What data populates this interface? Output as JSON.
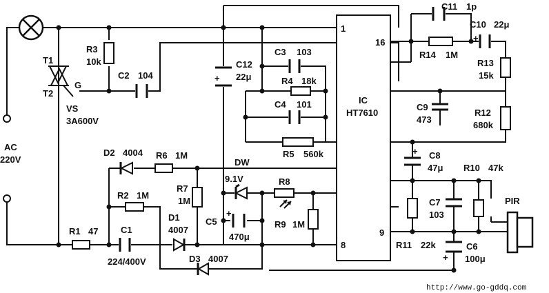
{
  "components": {
    "lamp": {},
    "triac": {
      "t1": "T1",
      "t2": "T2",
      "g": "G",
      "name": "VS",
      "rating": "3A600V"
    },
    "r3": {
      "name": "R3",
      "value": "10k"
    },
    "c2": {
      "name": "C2",
      "value": "104"
    },
    "c12": {
      "name": "C12",
      "value": "22μ"
    },
    "c3": {
      "name": "C3",
      "value": "103"
    },
    "r4": {
      "name": "R4",
      "value": "18k"
    },
    "c4": {
      "name": "C4",
      "value": "101"
    },
    "r5": {
      "name": "R5",
      "value": "560k"
    },
    "c11": {
      "name": "C11",
      "value": "1p"
    },
    "r14": {
      "name": "R14",
      "value": "1M"
    },
    "c10": {
      "name": "C10",
      "value": "22μ"
    },
    "r13": {
      "name": "R13",
      "value": "15k"
    },
    "c9": {
      "name": "C9",
      "value": "473"
    },
    "r12": {
      "name": "R12",
      "value": "680k"
    },
    "c8": {
      "name": "C8",
      "value": "47μ"
    },
    "r10": {
      "name": "R10",
      "value": "47k"
    },
    "c7": {
      "name": "C7",
      "value": "103"
    },
    "r11": {
      "name": "R11",
      "value": "22k"
    },
    "c6": {
      "name": "C6",
      "value": "100μ"
    },
    "pir": {
      "name": "PIR"
    },
    "d2": {
      "name": "D2",
      "value": "4004"
    },
    "r6": {
      "name": "R6",
      "value": "1M"
    },
    "r2": {
      "name": "R2",
      "value": "1M"
    },
    "r7": {
      "name": "R7",
      "value": "1M"
    },
    "d1": {
      "name": "D1",
      "value": "4007"
    },
    "r1": {
      "name": "R1",
      "value": "47"
    },
    "c1": {
      "name": "C1",
      "value": "224/400V"
    },
    "d3": {
      "name": "D3",
      "value": "4007"
    },
    "c5": {
      "name": "C5",
      "value": "470μ"
    },
    "dw": {
      "name": "DW",
      "value": "9.1V"
    },
    "r8": {
      "name": "R8"
    },
    "r9": {
      "name": "R9",
      "value": "1M"
    },
    "ic": {
      "name": "IC",
      "part": "HT7610",
      "pin1": "1",
      "pin16": "16",
      "pin8": "8",
      "pin9": "9"
    }
  },
  "source": {
    "ac": "AC",
    "voltage": "220V"
  },
  "watermark": "http://www.go-gddq.com"
}
